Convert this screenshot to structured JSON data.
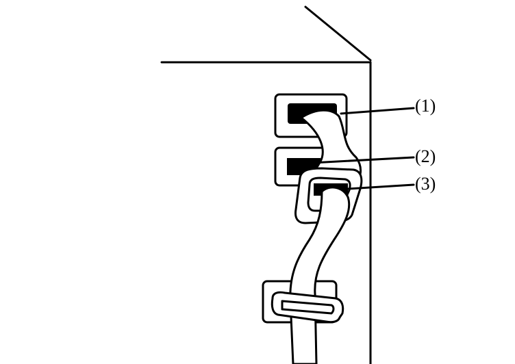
{
  "figure": {
    "line_color": "#000000",
    "background_color": "#ffffff",
    "callouts": [
      {
        "label": "(1)"
      },
      {
        "label": "(2)"
      },
      {
        "label": "(3)"
      }
    ]
  }
}
